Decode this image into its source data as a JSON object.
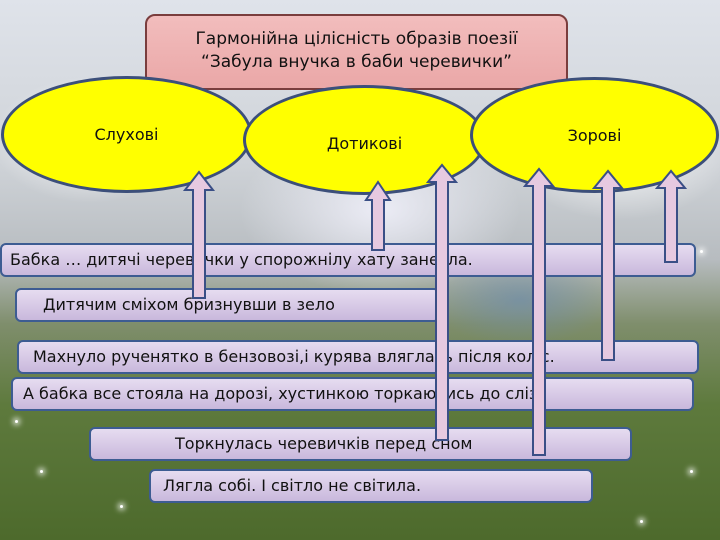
{
  "title": {
    "line1": "Гармонійна цілісність образів поезії",
    "line2": "“Забула внучка в баби черевички”"
  },
  "categories": {
    "auditory": "Слухові",
    "tactile": "Дотикові",
    "visual": "Зорові"
  },
  "lines": [
    "Бабка … дитячі черевички у спорожнілу хату занесла.",
    "Дитячим сміхом бризнувши в зело",
    "Махнуло рученятко в бензовозі,і курява вляглась після коліс.",
    "А бабка все стояла на дорозі, хустинкою торкаючись до сліз.",
    "Торкнулась черевичків перед сном",
    "Лягла собі. І світло не світила."
  ],
  "colors": {
    "oval_fill": "#ffff00",
    "oval_border": "#3c4f7a",
    "arrow_fill": "#e6c9e0",
    "arrow_border": "#3a4f86"
  }
}
